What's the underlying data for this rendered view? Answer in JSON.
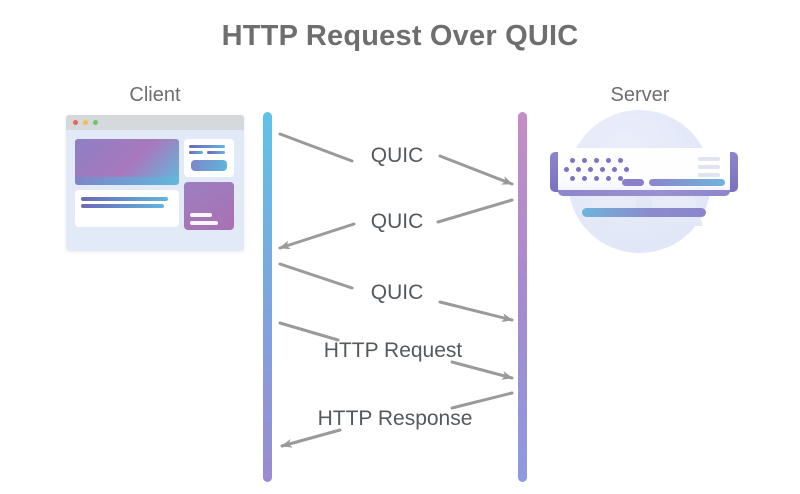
{
  "diagram": {
    "title": "HTTP Request Over QUIC",
    "background_color": "#ffffff",
    "title_color": "#6e6e6e"
  },
  "endpoints": {
    "client": {
      "label": "Client",
      "illustration": "browser-window-icon",
      "lifeline_gradient": [
        "#5fc3e8",
        "#9b8ad4"
      ]
    },
    "server": {
      "label": "Server",
      "illustration": "server-rack-icon",
      "lifeline_gradient": [
        "#c58cc6",
        "#8d9add"
      ]
    }
  },
  "messages": [
    {
      "label": "QUIC",
      "direction": "client-to-server",
      "index": 1
    },
    {
      "label": "QUIC",
      "direction": "server-to-client",
      "index": 2
    },
    {
      "label": "QUIC",
      "direction": "client-to-server",
      "index": 3
    },
    {
      "label": "HTTP Request",
      "direction": "client-to-server",
      "index": 4
    },
    {
      "label": "HTTP Response",
      "direction": "server-to-client",
      "index": 5
    }
  ],
  "colors": {
    "arrow": "#9a9a9a",
    "label_text": "#55595c",
    "accent_purple": "#8a7fc9",
    "accent_blue": "#5fb6dd",
    "accent_pink": "#c58cc6"
  }
}
